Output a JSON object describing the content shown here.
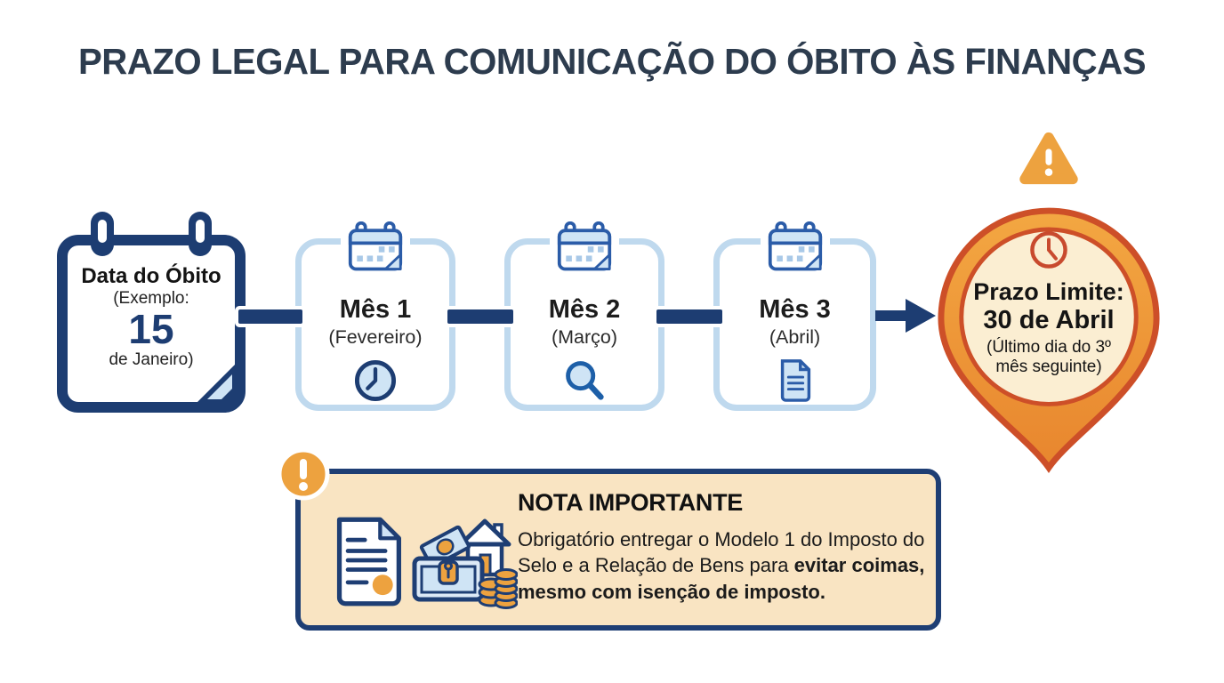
{
  "title": "PRAZO LEGAL PARA COMUNICAÇÃO DO ÓBITO ÀS FINANÇAS",
  "timeline": {
    "start": {
      "heading": "Data do Óbito",
      "example_open": "(Exemplo:",
      "day": "15",
      "example_close": "de Janeiro)",
      "icon": "calendar-icon"
    },
    "months": [
      {
        "label": "Mês 1",
        "sublabel": "(Fevereiro)",
        "top_icon": "mini-calendar-icon",
        "icon": "clock-icon"
      },
      {
        "label": "Mês 2",
        "sublabel": "(Março)",
        "top_icon": "mini-calendar-icon",
        "icon": "magnifier-icon"
      },
      {
        "label": "Mês 3",
        "sublabel": "(Abril)",
        "top_icon": "mini-calendar-icon",
        "icon": "document-icon"
      }
    ],
    "deadline": {
      "heading": "Prazo Limite:",
      "date": "30 de Abril",
      "note_line1": "(Último dia do 3º",
      "note_line2": "mês seguinte)",
      "icon": "clock-icon",
      "warning_icon": "warning-triangle-icon",
      "shape": "map-pin"
    }
  },
  "note": {
    "title": "NOTA IMPORTANTE",
    "body_regular": "Obrigatório entregar o Modelo 1 do Imposto do Selo e a Relação de Bens para ",
    "body_bold": "evitar coimas, mesmo com isenção de imposto.",
    "badge_icon": "exclamation-circle-icon",
    "left_icons": [
      "document-seal-icon",
      "estate-assets-icon"
    ]
  },
  "colors": {
    "navy": "#1d3d72",
    "title_text": "#2d3c4e",
    "light_blue_border": "#bfd9ee",
    "light_blue_fill": "#cfe4f5",
    "icon_blue": "#2b5ca8",
    "orange": "#eda23f",
    "pin_body_orange": "#f09c3e",
    "pin_outline_red": "#cd4f28",
    "pin_inner_cream": "#fbeed2",
    "note_background": "#f9e4c2",
    "background": "#ffffff"
  }
}
